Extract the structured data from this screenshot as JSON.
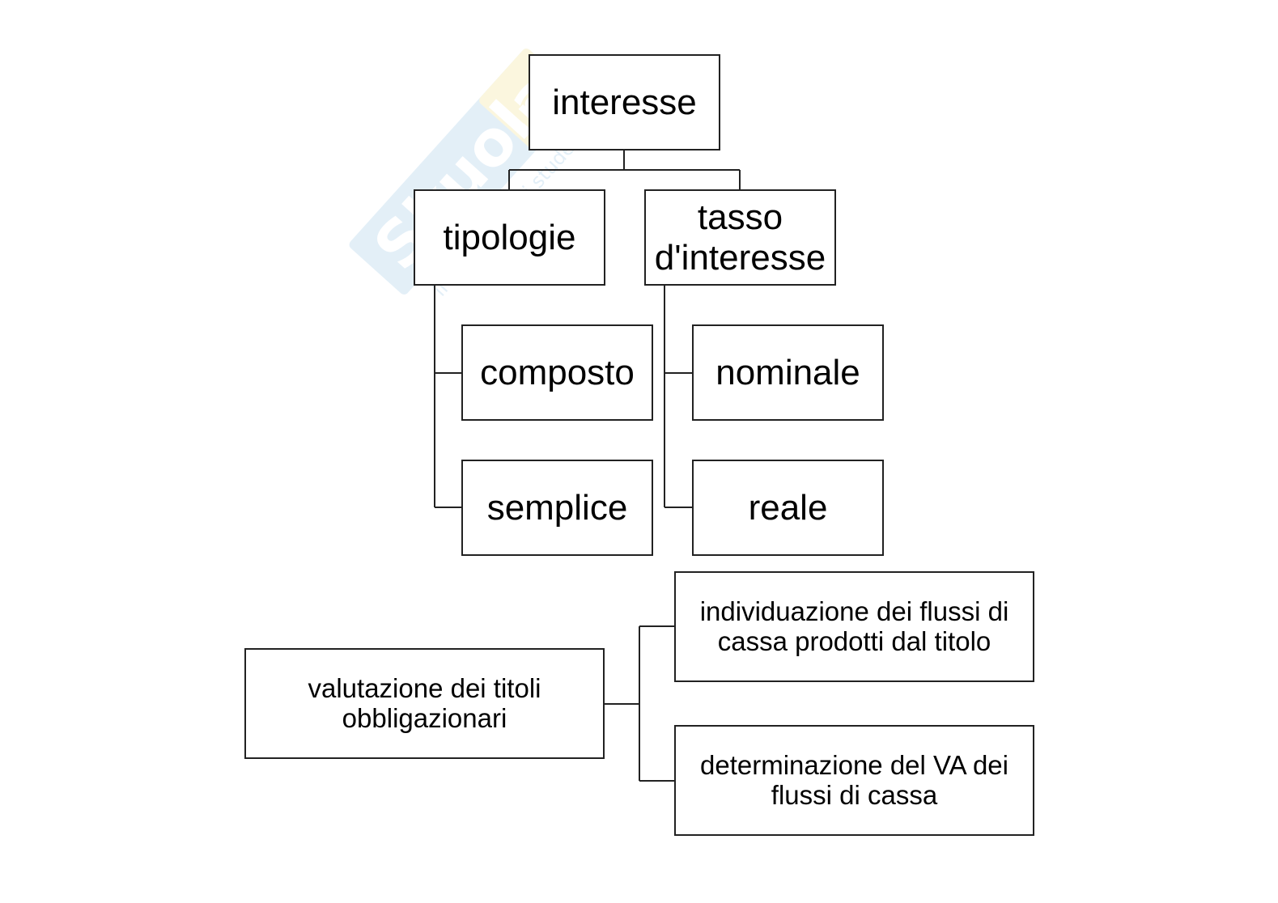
{
  "watermark": {
    "brand": "Skuola.net",
    "tagline": "il portale degli studenti"
  },
  "tree_interesse": {
    "root": "interesse",
    "branches": [
      {
        "label": "tipologie",
        "children": [
          "composto",
          "semplice"
        ]
      },
      {
        "label": "tasso d'interesse",
        "children": [
          "nominale",
          "reale"
        ]
      }
    ]
  },
  "tree_valutazione": {
    "root": "valutazione dei titoli obbligazionari",
    "children": [
      "individuazione dei flussi di cassa prodotti dal titolo",
      "determinazione del VA dei flussi di cassa"
    ]
  }
}
